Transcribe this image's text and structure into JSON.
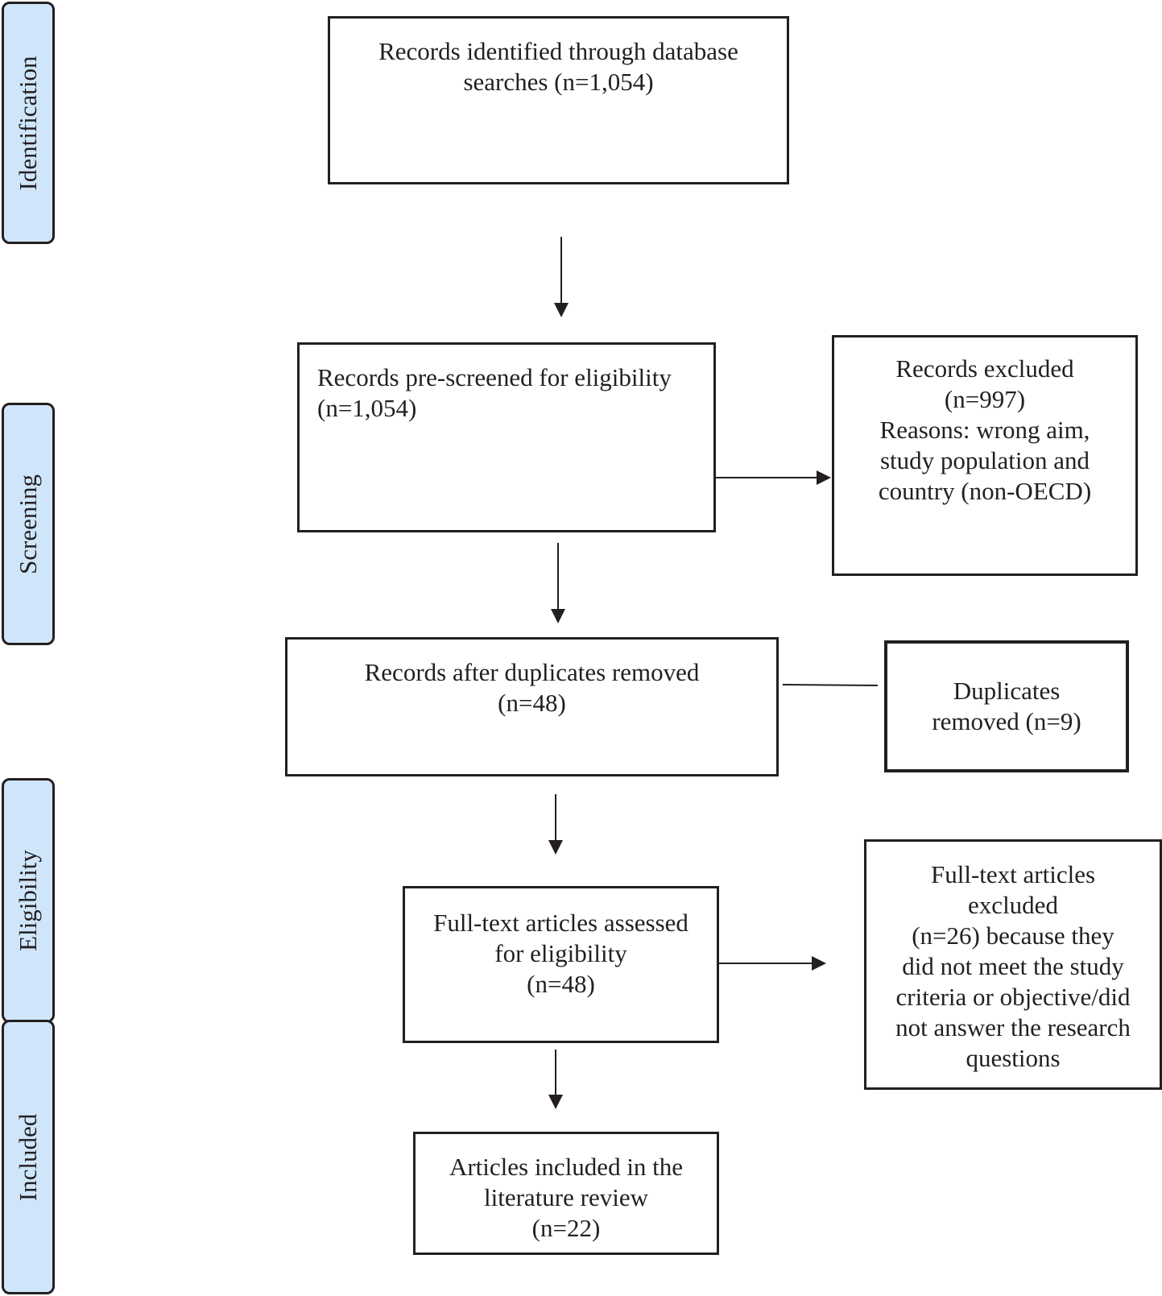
{
  "stages": {
    "identification": "Identification",
    "screening": "Screening",
    "eligibility": "Eligibility",
    "included": "Included"
  },
  "boxes": {
    "identified": [
      "Records identified through database",
      "searches (n=1,054)"
    ],
    "prescreened": [
      "Records pre-screened for eligibility",
      "(n=1,054)"
    ],
    "excluded": [
      "Records excluded",
      "(n=997)",
      "Reasons: wrong aim,",
      "study population and",
      "country (non-OECD)"
    ],
    "deduplicated": [
      "Records after duplicates removed",
      "(n=48)"
    ],
    "duplicates": [
      "Duplicates",
      "removed (n=9)"
    ],
    "fulltext": [
      "Full-text articles assessed",
      "for eligibility",
      "(n=48)"
    ],
    "fulltext_excluded": [
      "Full-text articles",
      "excluded",
      "(n=26) because they",
      "did not meet the study",
      "criteria or objective/did",
      "not answer the research",
      "questions"
    ],
    "included": [
      "Articles included in the",
      "literature review",
      "(n=22)"
    ]
  }
}
